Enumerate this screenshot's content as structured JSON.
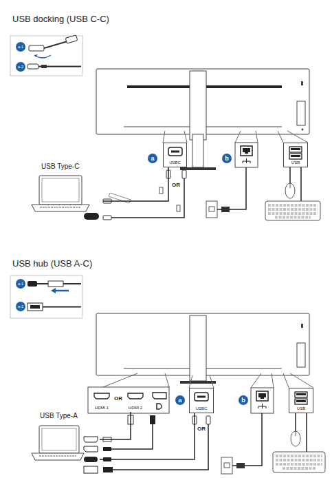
{
  "diagram": {
    "nodes": [
      {
        "text": [
          "USB Type-C"
        ]
      },
      {
        "text": [
          "USBC"
        ]
      },
      {
        "text": [
          "USB"
        ]
      },
      {
        "text": [
          "USB Type-A"
        ]
      },
      {
        "text": [
          "HDMI 1"
        ]
      },
      {
        "text": [
          "HDMI 2"
        ]
      },
      {
        "text": [
          "USBC"
        ]
      },
      {
        "text": [
          "USB"
        ]
      }
    ],
    "edges": [
      {
        "from": 0,
        "to": 1,
        "arrow": "none"
      },
      {
        "from": 3,
        "to": 5,
        "arrow": "none"
      },
      {
        "from": 3,
        "to": 6,
        "arrow": "none"
      }
    ],
    "labels": [
      "USB docking (USB C-C)",
      "a-1",
      "a-2",
      "a",
      "b",
      "OR",
      "USB hub (USB A-C)",
      "a-1",
      "a-2",
      "OR",
      "a",
      "b",
      "OR"
    ]
  }
}
